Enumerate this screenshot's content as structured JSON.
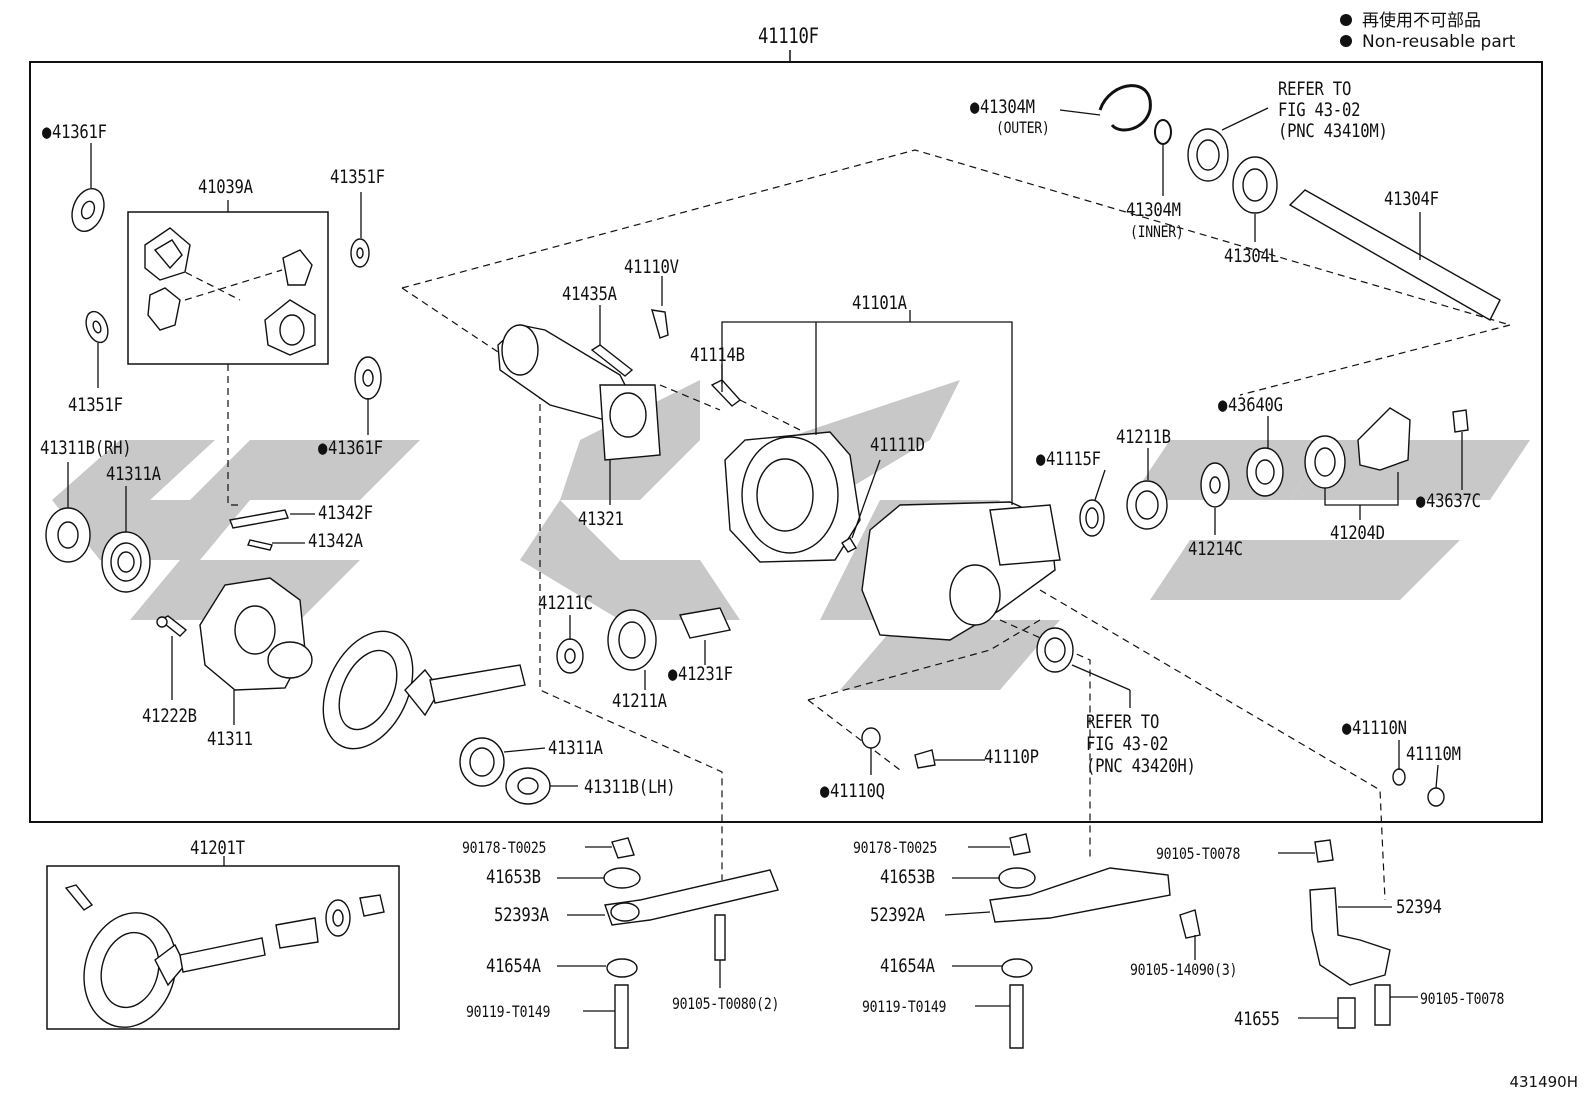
{
  "legend": {
    "line1": "再使用不可部品",
    "line2": "Non-reusable part"
  },
  "figure_id": "431490H",
  "assembly": {
    "main": "41110F",
    "kit": "41201T"
  },
  "groups": {
    "diff_gears": "41039A",
    "carrier": "41101A",
    "bearings": "41204D"
  },
  "parts": {
    "p41361F_top": "41361F",
    "p41351F_top": "41351F",
    "p41351F_bot": "41351F",
    "p41361F_mid": "41361F",
    "p41311B_rh": "41311B(RH)",
    "p41311A_l": "41311A",
    "p41342F": "41342F",
    "p41342A": "41342A",
    "p41222B": "41222B",
    "p41311": "41311",
    "p41311A_r": "41311A",
    "p41311B_lh": "41311B(LH)",
    "p41435A": "41435A",
    "p41110V": "41110V",
    "p41114B": "41114B",
    "p41321": "41321",
    "p41211C": "41211C",
    "p41211A": "41211A",
    "p41231F": "41231F",
    "p41111D": "41111D",
    "p41115F": "41115F",
    "p41211B": "41211B",
    "p41304M_outer": "41304M",
    "outer": "(OUTER)",
    "p41304M_inner": "41304M",
    "inner": "(INNER)",
    "p41304L": "41304L",
    "p41304F": "41304F",
    "p43640G": "43640G",
    "p41214C": "41214C",
    "p43637C": "43637C",
    "p41110Q": "41110Q",
    "p41110P": "41110P",
    "p41110N": "41110N",
    "p41110M": "41110M",
    "b90178_l": "90178-T0025",
    "b41653B_l": "41653B",
    "b52393A": "52393A",
    "b41654A_l": "41654A",
    "b90119_l": "90119-T0149",
    "b90105_t0080": "90105-T0080(2)",
    "b90178_r": "90178-T0025",
    "b41653B_r": "41653B",
    "b52392A": "52392A",
    "b41654A_r": "41654A",
    "b90119_r": "90119-T0149",
    "b90105_14090": "90105-14090(3)",
    "b90105_t0078_top": "90105-T0078",
    "b52394": "52394",
    "b41655": "41655",
    "b90105_t0078_bot": "90105-T0078"
  },
  "refer_a": {
    "line1": "REFER TO",
    "line2": "FIG 43-02",
    "line3": "(PNC 43410M)"
  },
  "refer_b": {
    "line1": "REFER TO",
    "line2": "FIG 43-02",
    "line3": "(PNC 43420H)"
  },
  "non_reusable_marker": "●",
  "watermark_color": "#c8c8c8"
}
